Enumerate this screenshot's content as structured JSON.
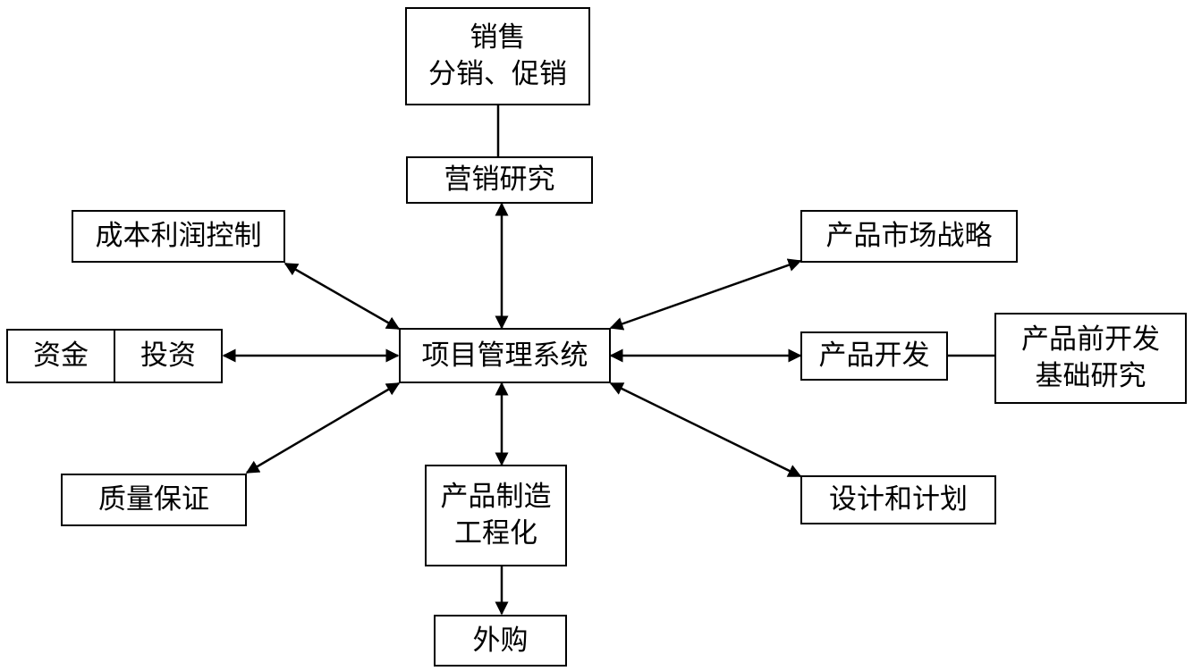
{
  "diagram": {
    "center": {
      "label": "项目管理系统"
    },
    "sales": {
      "line1": "销售",
      "line2": "分销、促销"
    },
    "marketing_research": {
      "label": "营销研究"
    },
    "cost_profit": {
      "label": "成本利润控制"
    },
    "funds": {
      "label": "资金"
    },
    "investment": {
      "label": "投资"
    },
    "quality": {
      "label": "质量保证"
    },
    "manufacturing": {
      "line1": "产品制造",
      "line2": "工程化"
    },
    "purchasing": {
      "label": "外购"
    },
    "market_strategy": {
      "label": "产品市场战略"
    },
    "product_dev": {
      "label": "产品开发"
    },
    "basic_research": {
      "line1": "产品前开发",
      "line2": "基础研究"
    },
    "design_plan": {
      "label": "设计和计划"
    }
  },
  "colors": {
    "line": "#000000",
    "box_fill": "#ffffff",
    "text": "#000000"
  }
}
